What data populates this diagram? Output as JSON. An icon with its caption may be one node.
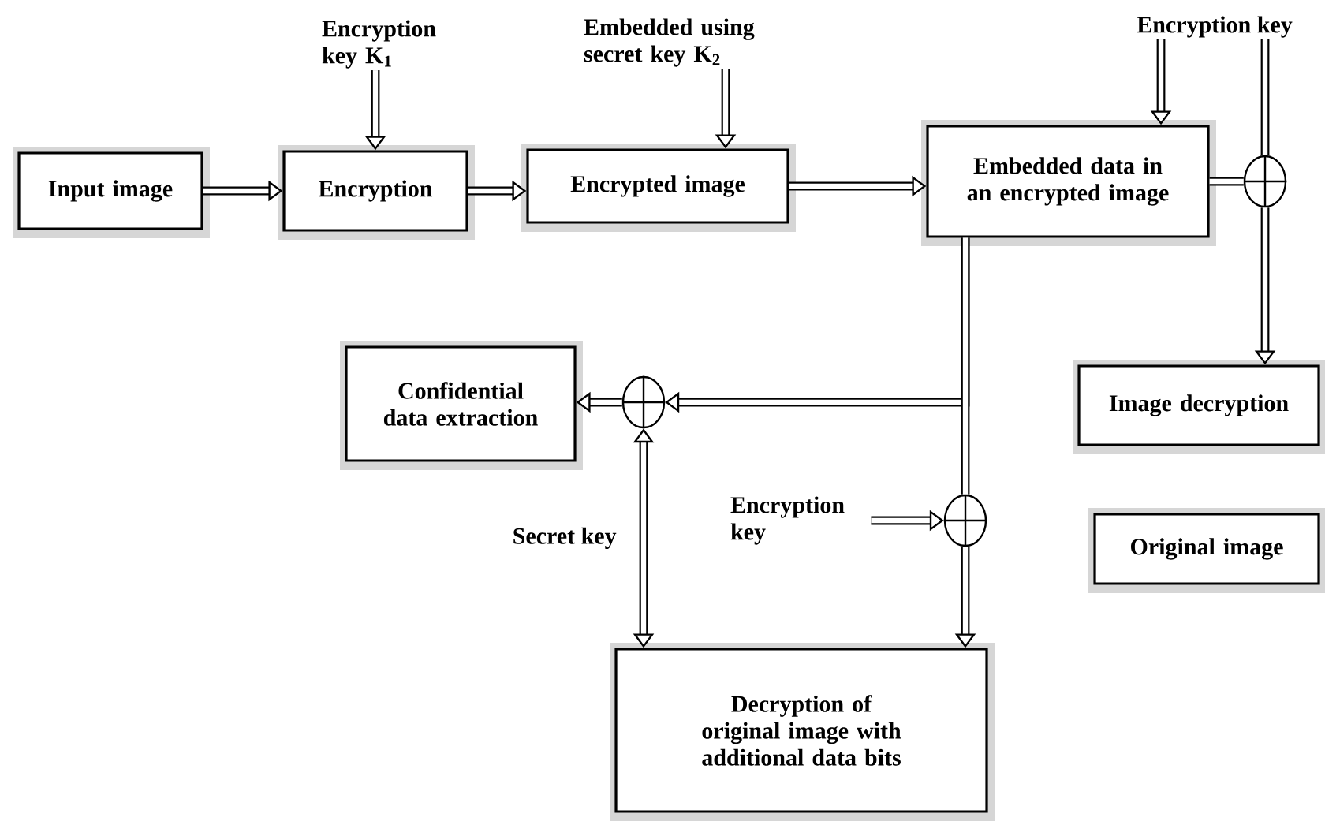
{
  "diagram": {
    "nodes": [
      {
        "text": [
          "Input image"
        ]
      },
      {
        "text": [
          "Encryption"
        ]
      },
      {
        "text": [
          "Encrypted image"
        ]
      },
      {
        "text": [
          "Embedded data in an encrypted image"
        ]
      },
      {
        "text": [],
        "shape": "circle"
      },
      {
        "text": [
          "Image decryption"
        ]
      },
      {
        "text": [
          "Original image"
        ]
      },
      {
        "text": [
          "Confidential data extraction"
        ]
      },
      {
        "text": [],
        "shape": "circle"
      },
      {
        "text": [],
        "shape": "circle"
      },
      {
        "text": [
          "Decryption of original image with additional data bits"
        ]
      },
      {
        "text": [
          "Encryption key K$_{1}$"
        ]
      },
      {
        "text": [
          "Embedded using secret key K$_{2}$"
        ]
      },
      {
        "text": [
          "Encryption key"
        ]
      },
      {
        "text": [
          "Encryption key"
        ]
      }
    ],
    "edges": [
      {
        "from": 0,
        "to": 1,
        "arrow": "to"
      },
      {
        "from": 1,
        "to": 2,
        "arrow": "to"
      },
      {
        "from": 2,
        "to": 3,
        "arrow": "to"
      },
      {
        "from": 11,
        "to": 1,
        "arrow": "to"
      },
      {
        "from": 12,
        "to": 2,
        "arrow": "to"
      },
      {
        "from": 13,
        "to": 3,
        "arrow": "to"
      },
      {
        "from": 3,
        "to": 4,
        "arrow": "none"
      },
      {
        "from": 13,
        "to": 4,
        "arrow": "none"
      },
      {
        "from": 4,
        "to": 5,
        "arrow": "to"
      },
      {
        "from": 3,
        "to": 8,
        "arrow": "to"
      },
      {
        "from": 3,
        "to": 9,
        "arrow": "none"
      },
      {
        "from": 9,
        "to": 10,
        "arrow": "to"
      },
      {
        "from": 8,
        "to": 7,
        "arrow": "to"
      },
      {
        "from": 8,
        "to": 10,
        "arrow": "both",
        "label": "Secret key"
      },
      {
        "from": 14,
        "to": 9,
        "arrow": "to"
      }
    ]
  }
}
